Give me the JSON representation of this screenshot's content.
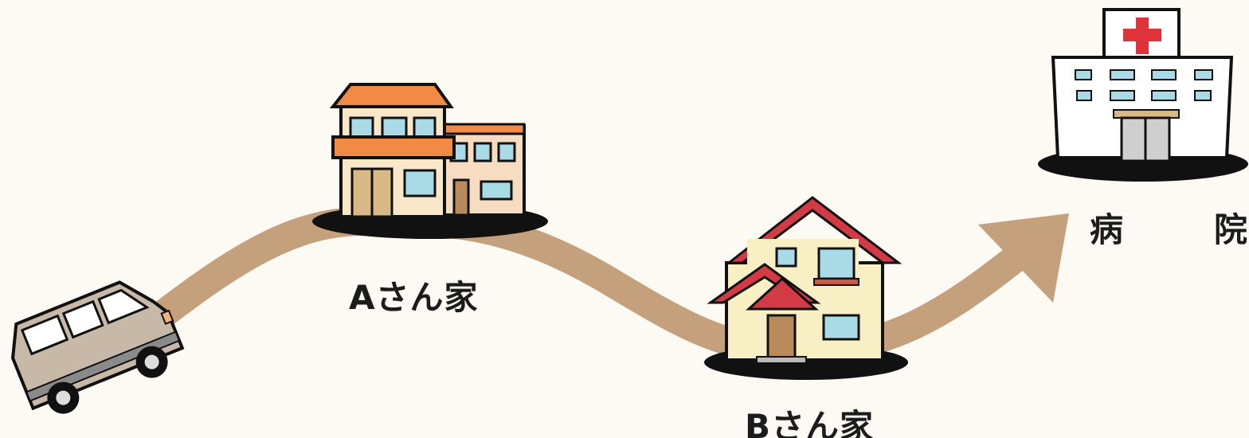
{
  "labels": {
    "house_a": "Aさん家",
    "house_b": "Bさん家",
    "hospital": "病　院"
  },
  "colors": {
    "background": "#fdf9f3",
    "route": "#c4a07c",
    "ground_shadow": "#111111",
    "house_a_roof": "#f08a44",
    "house_b_roof": "#d23a45",
    "hospital_cross": "#e0323a",
    "van_body": "#c8b8a8",
    "window": "#a9dbe6"
  },
  "icons": [
    "van-icon",
    "house-a-icon",
    "house-b-icon",
    "hospital-icon",
    "route-arrow"
  ]
}
